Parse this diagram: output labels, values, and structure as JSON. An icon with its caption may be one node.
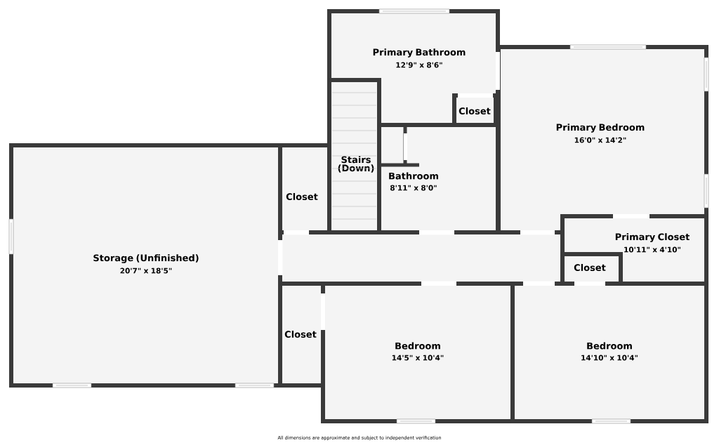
{
  "diagram": {
    "nodes": [
      {
        "text": [
          "Primary Bathroom",
          "12'9\" x 8'6\""
        ]
      },
      {
        "text": [
          "Closet"
        ],
        "in": 0
      },
      {
        "text": [
          "Primary Bedroom",
          "16'0\" x 14'2\""
        ]
      },
      {
        "text": [
          "Closet"
        ]
      },
      {
        "text": [
          "Stairs (Down)"
        ]
      },
      {
        "text": [
          "Bathroom",
          "8'11\" x 8'0\""
        ]
      },
      {
        "text": [],
        "shape": "box"
      },
      {
        "text": [
          "Storage (Unfinished)",
          "20'7\" x 18'5\""
        ]
      },
      {
        "text": [
          "Primary Closet",
          "10'11\" x 4'10\""
        ]
      },
      {
        "text": [
          "Closet"
        ],
        "in": 8
      },
      {
        "text": [
          "Closet"
        ]
      },
      {
        "text": [
          "Bedroom",
          "14'5\" x 10'4\""
        ]
      },
      {
        "text": [
          "Bedroom",
          "14'10\" x 10'4\""
        ]
      }
    ],
    "labels": [
      "All dimensions are approximate and subject to independent verification"
    ]
  }
}
